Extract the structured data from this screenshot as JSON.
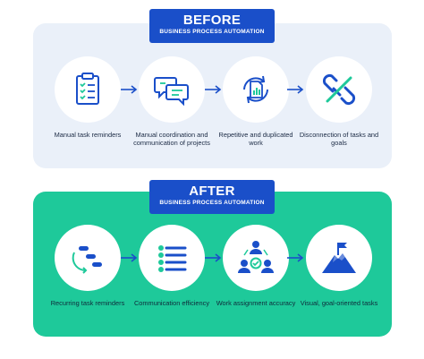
{
  "before": {
    "title": "BEFORE",
    "subtitle": "BUSINESS PROCESS AUTOMATION",
    "items": [
      {
        "label": "Manual task reminders",
        "icon": "clipboard-checklist-icon"
      },
      {
        "label": "Manual coordination and communication of projects",
        "icon": "chat-bubbles-icon"
      },
      {
        "label": "Repetitive and duplicated work",
        "icon": "document-refresh-icon"
      },
      {
        "label": "Disconnection of tasks and goals",
        "icon": "broken-link-icon"
      }
    ]
  },
  "after": {
    "title": "AFTER",
    "subtitle": "BUSINESS PROCESS AUTOMATION",
    "items": [
      {
        "label": "Recurring task reminders",
        "icon": "gantt-cycle-icon"
      },
      {
        "label": "Communication efficiency",
        "icon": "checklist-lines-icon"
      },
      {
        "label": "Work assignment accuracy",
        "icon": "team-assignment-icon"
      },
      {
        "label": "Visual, goal-oriented tasks",
        "icon": "mountain-flag-icon"
      }
    ]
  },
  "colors": {
    "brand_blue": "#1a4fc9",
    "before_bg": "#eaf0f9",
    "after_bg": "#1ec99a"
  }
}
